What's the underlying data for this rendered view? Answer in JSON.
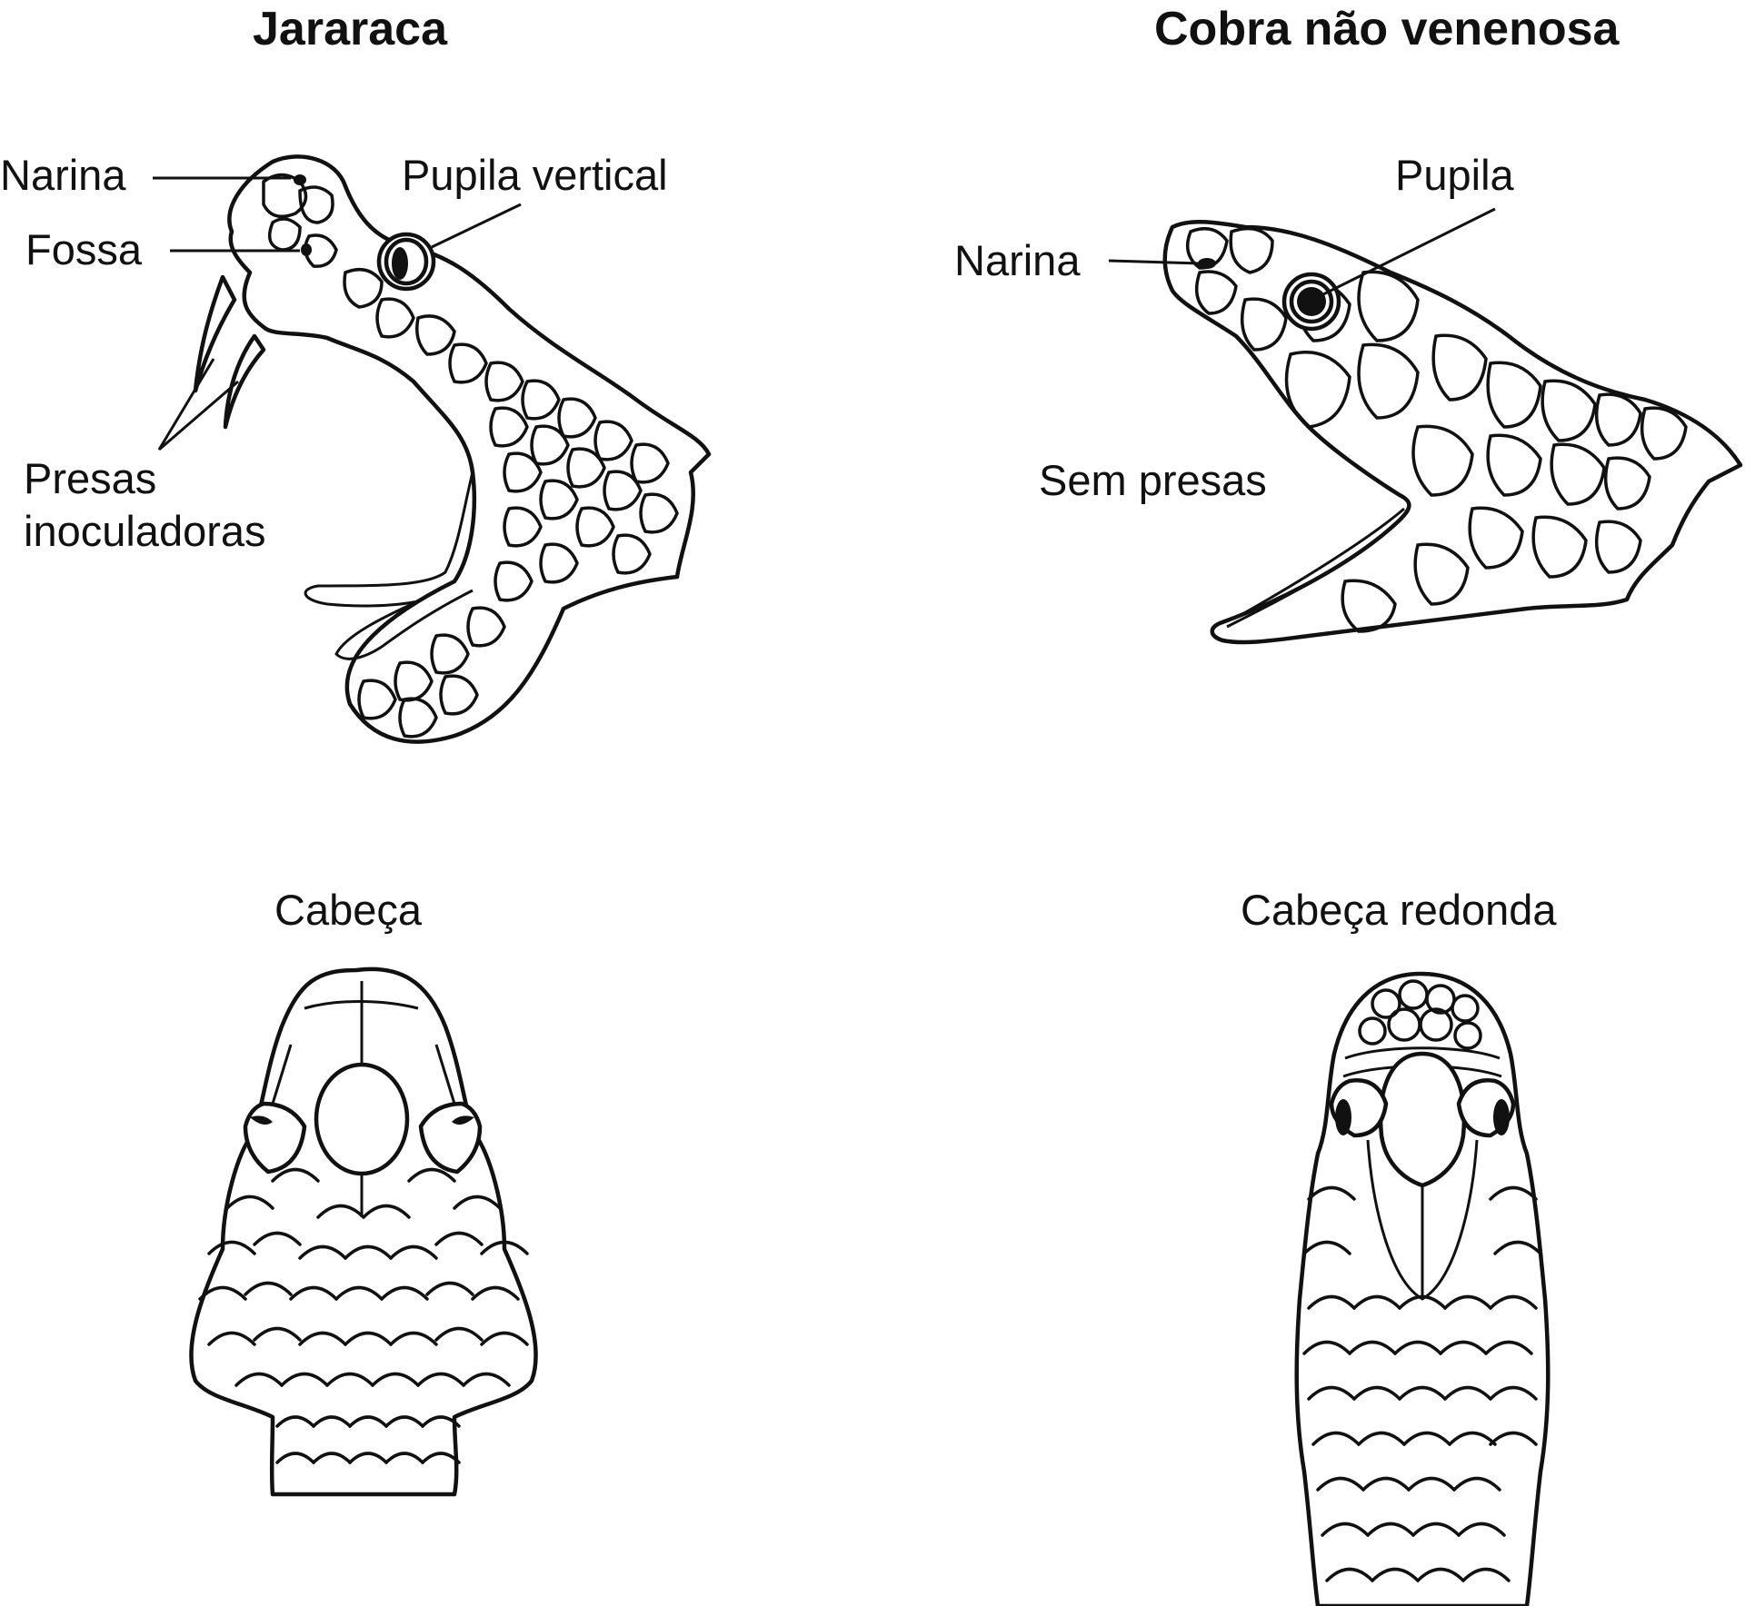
{
  "left_panel": {
    "title": "Jararaca",
    "side_view_labels": {
      "nostril": "Narina",
      "pit": "Fossa",
      "pupil": "Pupila vertical",
      "fangs_line1": "Presas",
      "fangs_line2": "inoculadoras"
    },
    "top_view_label": "Cabeça"
  },
  "right_panel": {
    "title": "Cobra não venenosa",
    "side_view_labels": {
      "nostril": "Narina",
      "pupil": "Pupila",
      "no_fangs": "Sem presas"
    },
    "top_view_label": "Cabeça redonda"
  },
  "colors": {
    "line": "#111111",
    "background": "#ffffff"
  }
}
